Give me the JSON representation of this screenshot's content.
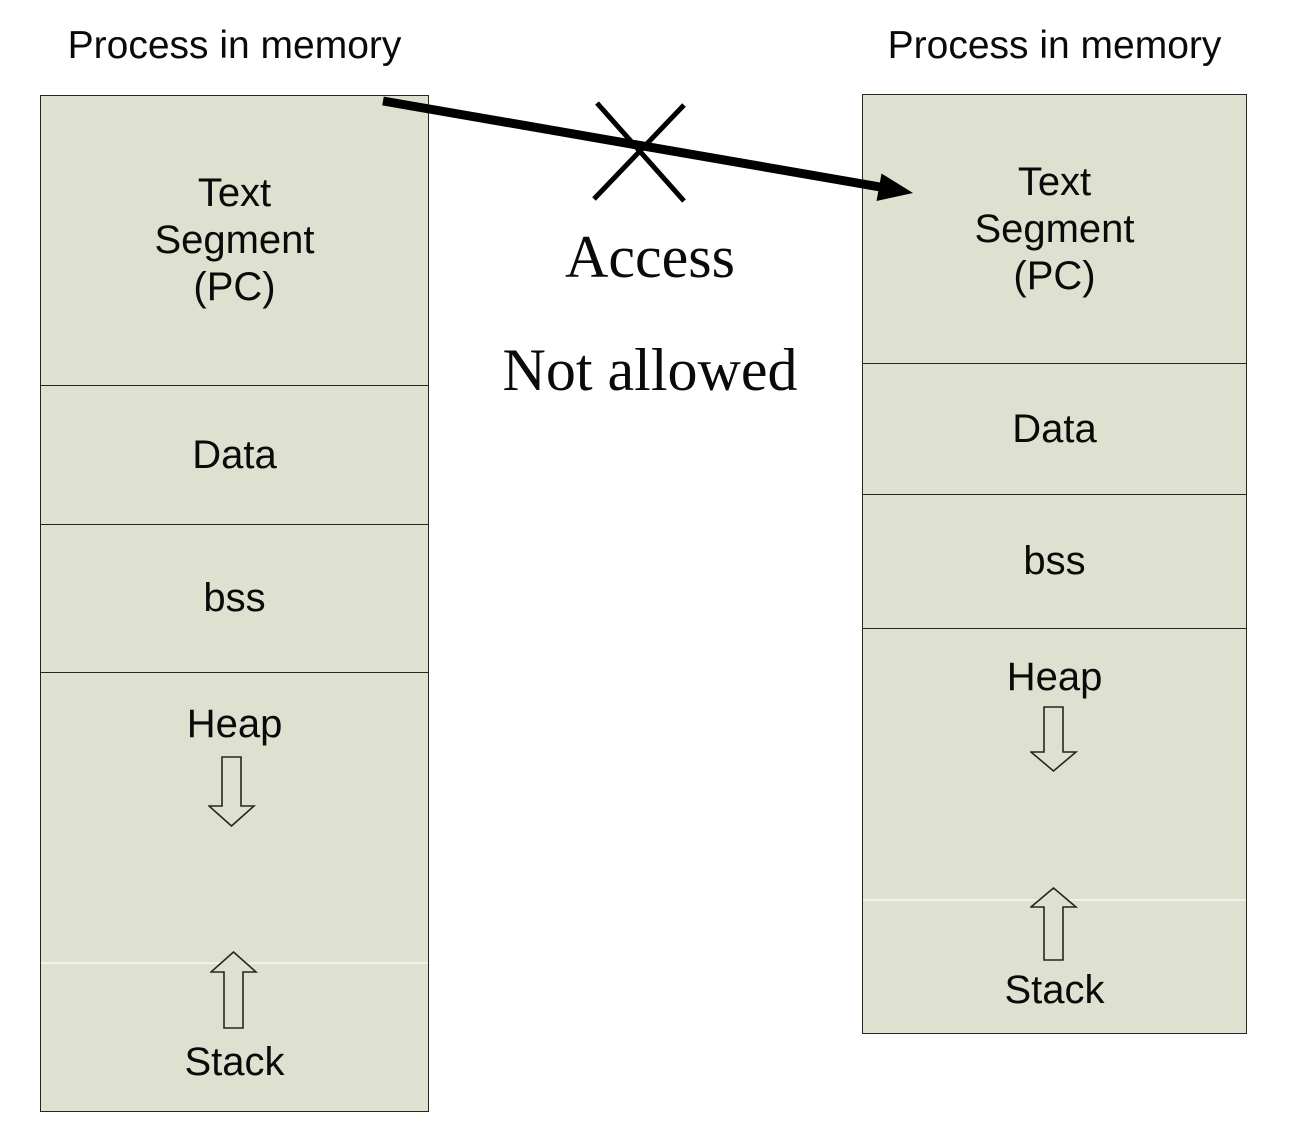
{
  "colors": {
    "segment_fill": "#dee1cf",
    "border_color": "#26261f",
    "arrow_color": "#000000",
    "faint_divider": "#f1f2e8"
  },
  "left_process": {
    "title": "Process in memory",
    "text_segment_lines": [
      "Text",
      "Segment",
      "(PC)"
    ],
    "data_label": "Data",
    "bss_label": "bss",
    "heap_label": "Heap",
    "stack_label": "Stack"
  },
  "right_process": {
    "title": "Process in memory",
    "text_segment_lines": [
      "Text",
      "Segment",
      "(PC)"
    ],
    "data_label": "Data",
    "bss_label": "bss",
    "heap_label": "Heap",
    "stack_label": "Stack"
  },
  "annotation": {
    "access_label": "Access",
    "not_allowed_label": "Not allowed"
  }
}
